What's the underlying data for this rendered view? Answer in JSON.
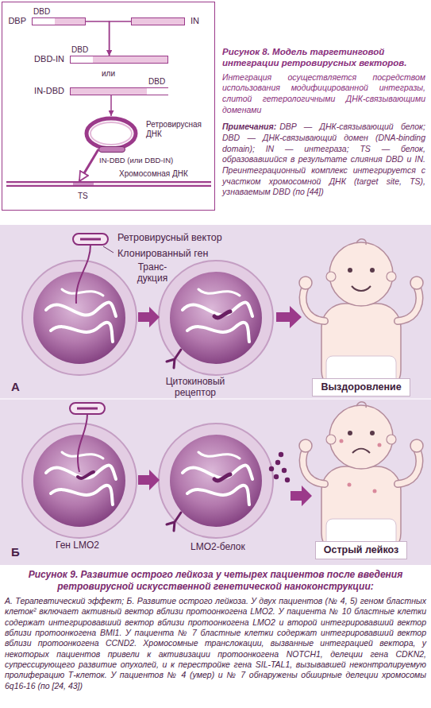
{
  "diagram": {
    "nodes": [
      {
        "text": [
          "DBP",
          "DBD"
        ]
      },
      {
        "text": [
          "IN"
        ]
      },
      {
        "text": [
          "DBD-IN",
          "DBD"
        ]
      },
      {
        "text": [
          "IN-DBD",
          "DBD"
        ]
      },
      {
        "text": [
          "Ретровирусная ДНК"
        ]
      },
      {
        "text": [
          "IN-DBD (или DBD-IN)"
        ]
      },
      {
        "text": [
          "Хромосомная ДНК",
          "TS"
        ]
      },
      {
        "text": [
          "Выздоровление"
        ]
      },
      {
        "text": [
          "Острый лейкоз"
        ]
      }
    ],
    "edges": [
      {
        "from": 0,
        "to": 2,
        "arrow": "to"
      },
      {
        "from": 1,
        "to": 2,
        "arrow": "to"
      },
      {
        "from": 3,
        "to": 4,
        "arrow": "to"
      },
      {
        "from": 5,
        "to": 6,
        "arrow": "to"
      }
    ],
    "labels": [
      "Рисунок 8. Модель таргетинговой интеграции ретровирусных векторов.",
      "Интеграция осуществляется посредством использования модифицированной интегразы, слитой гетерологичными ДНК-связывающими доменами",
      "Примечания:",
      "DBP — ДНК-связывающий белок; DBD — ДНК-связывающий домен (DNA-binding domain); IN — интеграза; TS — белок, образовавшийся в результате слияния DBD и IN. Преинтеграционный комплекс интегрируется с участком хромосомной ДНК (target site, TS), узнаваемым DBD (по [44])",
      "или",
      "Ретровирусный вектор",
      "Клонированный ген",
      "Транс- дукция",
      "Цитокиновый рецептор",
      "А",
      "Ген LMO2",
      "LMO2-белок",
      "Б",
      "Рисунок 9. Развитие острого лейкоза у четырех пациентов после введения ретровирусной искусственной генетической наноконструкции:",
      "А. Терапевтический эффект; Б. Развитие острого лейкоза. У двух пациентов (№ 4, 5) геном бластных клеток² включает активный вектор вблизи протоонкогена LMO2. У пациента № 10 бластные клетки содержат интегрировавший вектор вблизи протоонкогена LMO2 и второй интегрировавший вектор вблизи протоонкогена BMI1. У пациента № 7 бластные клетки содержат интегрировавший вектор вблизи протоонкогена CCND2. Хромосомные транслокации, вызванные интеграцией вектора, у некоторых пациентов привели к активизации протоонкогена NOTCH1, делеции гена CDKN2, супрессирующего развитие опухолей, и к перестройке гена SIL-TAL1, вызывавшей неконтролируемую пролиферацию Т-клеток. У пациентов № 4 (умер) и № 7 обнаружены обширные делеции хромосомы 6q16-16 (по [24, 43])"
    ]
  }
}
